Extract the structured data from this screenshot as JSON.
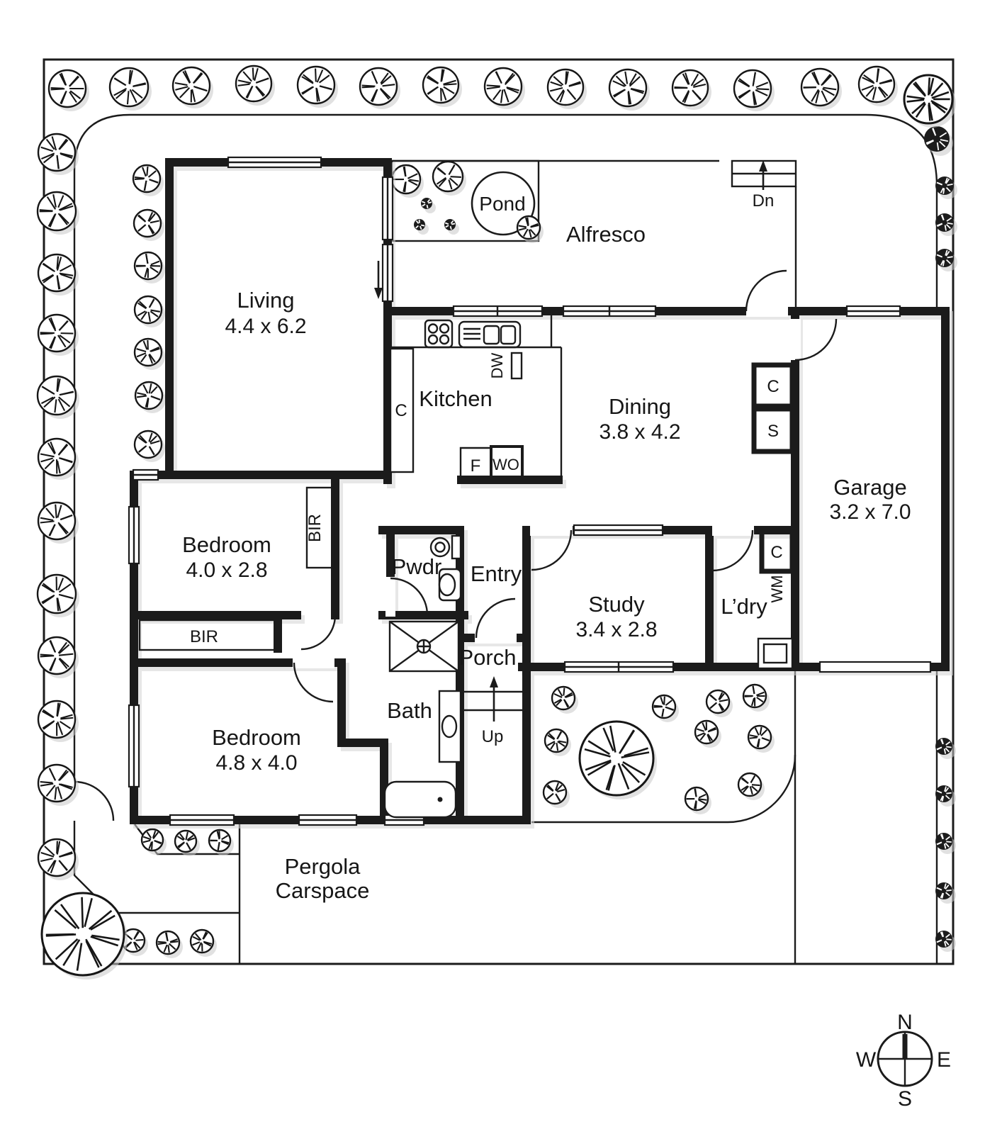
{
  "labels": {
    "living": {
      "name": "Living",
      "dims": "4.4 x 6.2"
    },
    "kitchen": {
      "name": "Kitchen"
    },
    "dining": {
      "name": "Dining",
      "dims": "3.8 x 4.2"
    },
    "garage": {
      "name": "Garage",
      "dims": "3.2 x 7.0"
    },
    "alfresco": {
      "name": "Alfresco"
    },
    "pond": {
      "name": "Pond"
    },
    "bedroom1": {
      "name": "Bedroom",
      "dims": "4.0 x 2.8"
    },
    "bedroom2": {
      "name": "Bedroom",
      "dims": "4.8 x 4.0"
    },
    "study": {
      "name": "Study",
      "dims": "3.4 x 2.8"
    },
    "laundry": {
      "name": "L’dry"
    },
    "bath": {
      "name": "Bath"
    },
    "powder": {
      "name": "Pwdr"
    },
    "entry": {
      "name": "Entry"
    },
    "porch": {
      "name": "Porch"
    },
    "pergola": {
      "line1": "Pergola",
      "line2": "Carspace"
    }
  },
  "fixtures": {
    "cupboard": "C",
    "store": "S",
    "fridge": "F",
    "wall_oven": "WO",
    "dishwasher": "DW",
    "washing_machine": "WM",
    "built_in_robe": "BIR"
  },
  "stairs": {
    "down": "Dn",
    "up": "Up"
  },
  "compass": {
    "n": "N",
    "s": "S",
    "e": "E",
    "w": "W"
  },
  "colors": {
    "ink": "#1b1b1b",
    "paper": "#ffffff",
    "shadow": "#c9c9c9"
  },
  "trees": {
    "light": [
      [
        95,
        125,
        26
      ],
      [
        182,
        123,
        27
      ],
      [
        270,
        121,
        26
      ],
      [
        358,
        118,
        25
      ],
      [
        446,
        120,
        26
      ],
      [
        534,
        122,
        26
      ],
      [
        622,
        120,
        25
      ],
      [
        710,
        122,
        26
      ],
      [
        798,
        123,
        25
      ],
      [
        886,
        124,
        26
      ],
      [
        974,
        124,
        25
      ],
      [
        1062,
        125,
        26
      ],
      [
        1157,
        123,
        26
      ],
      [
        1237,
        119,
        25
      ],
      [
        80,
        215,
        26
      ],
      [
        80,
        298,
        27
      ],
      [
        80,
        385,
        26
      ],
      [
        80,
        470,
        26
      ],
      [
        80,
        558,
        27
      ],
      [
        80,
        645,
        26
      ],
      [
        80,
        735,
        26
      ],
      [
        80,
        838,
        27
      ],
      [
        80,
        925,
        26
      ],
      [
        80,
        1015,
        26
      ],
      [
        80,
        1105,
        26
      ],
      [
        80,
        1210,
        26
      ],
      [
        207,
        252,
        19
      ],
      [
        208,
        315,
        19
      ],
      [
        209,
        375,
        19
      ],
      [
        209,
        437,
        19
      ],
      [
        209,
        497,
        19
      ],
      [
        210,
        558,
        19
      ],
      [
        209,
        627,
        19
      ],
      [
        573,
        253,
        20
      ],
      [
        632,
        249,
        21
      ],
      [
        746,
        321,
        16
      ],
      [
        215,
        1185,
        15
      ],
      [
        262,
        1187,
        15
      ],
      [
        310,
        1186,
        15
      ],
      [
        188,
        1327,
        16
      ],
      [
        237,
        1330,
        16
      ],
      [
        285,
        1328,
        16
      ],
      [
        795,
        985,
        16
      ],
      [
        937,
        997,
        16
      ],
      [
        1013,
        990,
        16
      ],
      [
        1065,
        982,
        16
      ],
      [
        785,
        1045,
        16
      ],
      [
        997,
        1033,
        16
      ],
      [
        1072,
        1040,
        16
      ],
      [
        783,
        1118,
        16
      ],
      [
        983,
        1127,
        16
      ],
      [
        1058,
        1107,
        16
      ]
    ],
    "dark": [
      [
        602,
        287,
        8
      ],
      [
        592,
        317,
        8
      ],
      [
        635,
        317,
        8
      ],
      [
        1322,
        196,
        18
      ],
      [
        1333,
        262,
        13
      ],
      [
        1333,
        314,
        13
      ],
      [
        1333,
        364,
        13
      ],
      [
        1332,
        1053,
        12
      ],
      [
        1332,
        1120,
        12
      ],
      [
        1332,
        1187,
        12
      ],
      [
        1332,
        1257,
        12
      ],
      [
        1332,
        1325,
        12
      ]
    ],
    "big": [
      [
        1310,
        140,
        34
      ],
      [
        870,
        1070,
        52
      ],
      [
        117,
        1318,
        58
      ]
    ]
  }
}
